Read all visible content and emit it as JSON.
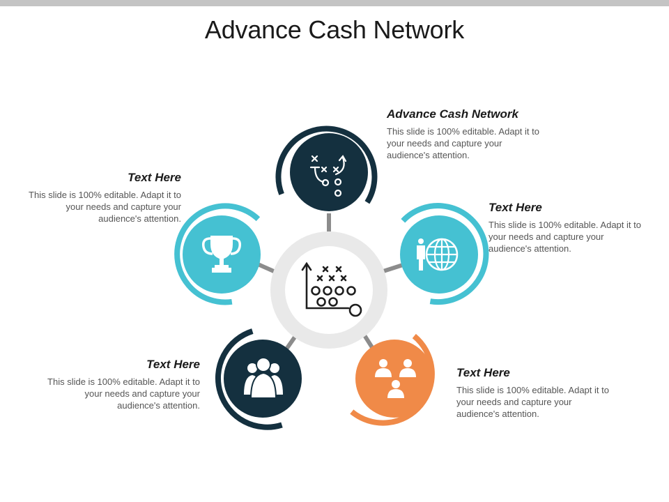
{
  "title": "Advance Cash Network",
  "colors": {
    "navy": "#14303f",
    "teal": "#45c1d2",
    "orange": "#f08a48",
    "connector": "#8c8c8c",
    "hub_ring": "#e9e9e9"
  },
  "hub": {
    "icon": "strategy-playbook-icon"
  },
  "items": [
    {
      "title": "Advance Cash Network",
      "text": "This slide is 100% editable. Adapt it to your needs and capture your audience's attention.",
      "icon": "play-strategy-icon",
      "color": "navy"
    },
    {
      "title": "Text Here",
      "text": "This slide is 100% editable. Adapt it to your needs and capture your audience's attention.",
      "icon": "trophy-icon",
      "color": "teal"
    },
    {
      "title": "Text Here",
      "text": "This slide is 100% editable. Adapt it to your needs and capture your audience's attention.",
      "icon": "globe-person-icon",
      "color": "teal"
    },
    {
      "title": "Text Here",
      "text": "This slide is 100% editable. Adapt it to your needs and capture your audience's attention.",
      "icon": "group-people-icon",
      "color": "navy"
    },
    {
      "title": "Text Here",
      "text": "This slide is 100% editable. Adapt it to your needs and capture your audience's attention.",
      "icon": "team-network-icon",
      "color": "orange"
    }
  ]
}
